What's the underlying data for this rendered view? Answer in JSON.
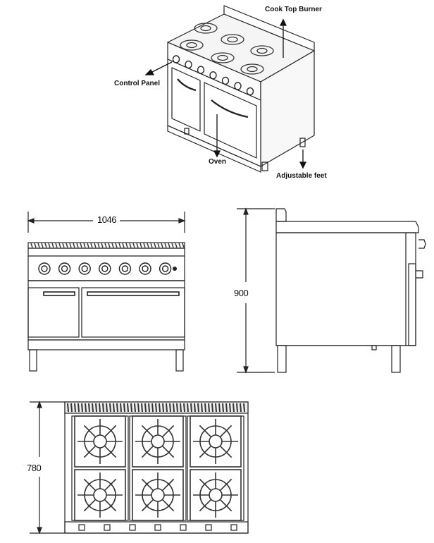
{
  "callouts": {
    "cook_top_burner": "Cook Top Burner",
    "control_panel": "Control Panel",
    "oven": "Oven",
    "adjustable_feet": "Adjustable feet"
  },
  "dimensions": {
    "width": "1046",
    "height": "900",
    "depth": "780"
  },
  "counts": {
    "front_knobs": 7,
    "top_burners": 6
  },
  "colors": {
    "line": "#222222",
    "grate": "#333333",
    "text": "#111111"
  }
}
